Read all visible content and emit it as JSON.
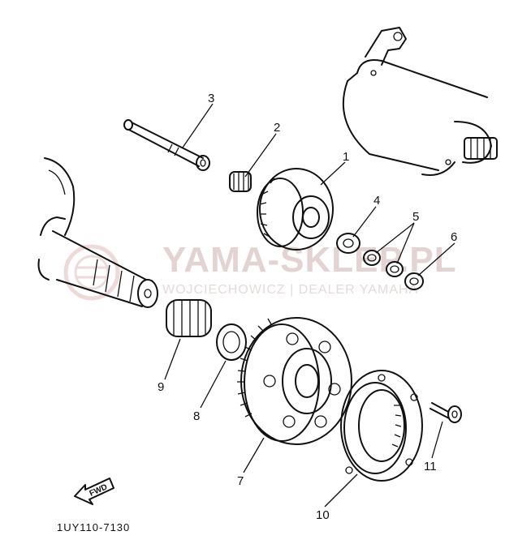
{
  "watermark": {
    "brand": "YAMA-SKLEP.PL",
    "dealer": "WOJCIECHOWICZ | DEALER YAMAHA",
    "color": "#e0caca"
  },
  "diagram_code": "1UY110-7130",
  "fwd_label": "FWD",
  "callouts": [
    {
      "id": "1",
      "label": "1"
    },
    {
      "id": "2",
      "label": "2"
    },
    {
      "id": "3",
      "label": "3"
    },
    {
      "id": "4",
      "label": "4"
    },
    {
      "id": "5",
      "label": "5"
    },
    {
      "id": "6",
      "label": "6"
    },
    {
      "id": "7",
      "label": "7"
    },
    {
      "id": "8",
      "label": "8"
    },
    {
      "id": "9",
      "label": "9"
    },
    {
      "id": "10",
      "label": "10"
    },
    {
      "id": "11",
      "label": "11"
    }
  ]
}
